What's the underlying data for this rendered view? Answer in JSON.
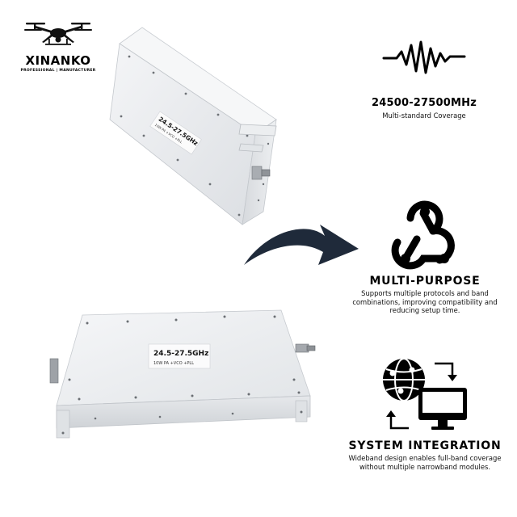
{
  "brand": {
    "name": "XINANKO",
    "tagline": "PROFESSIONAL | MANUFACTURER"
  },
  "product": {
    "label_top_line": "24.5-27.5GHz",
    "label_top_sub": "10W  PA  +VCO  +PLL",
    "label_bottom_line": "24.5-27.5GHz",
    "label_bottom_sub": "10W   PA   +VCO  +PLL"
  },
  "features": [
    {
      "icon": "waveform-icon",
      "title": "24500-27500MHz",
      "desc": "Multi-standard Coverage"
    },
    {
      "icon": "webhook-icon",
      "title": "MULTI-PURPOSE",
      "desc": "Supports multiple protocols and band combinations, improving compatibility and reducing setup time."
    },
    {
      "icon": "globe-monitor-sync-icon",
      "title": "SYSTEM INTEGRATION",
      "desc": "Wideband design enables full-band coverage without multiple narrowband modules."
    }
  ],
  "colors": {
    "arrow": "#1f2a3a",
    "text": "#000000",
    "device": "#e9ebee"
  }
}
